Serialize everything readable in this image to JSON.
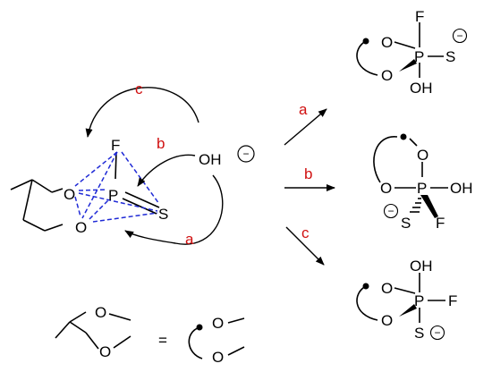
{
  "diagram": {
    "reactant": {
      "atoms": {
        "F": "F",
        "P": "P",
        "O1": "O",
        "O2": "O",
        "S": "S",
        "OH": "OH"
      },
      "pathway_labels": {
        "a": "a",
        "b": "b",
        "c": "c"
      }
    },
    "reaction_arrows": {
      "a": "a",
      "b": "b",
      "c": "c"
    },
    "products": {
      "a": {
        "F": "F",
        "P": "P",
        "O1": "O",
        "O2": "O",
        "S": "S",
        "OH": "OH"
      },
      "b": {
        "O1": "O",
        "O2": "O",
        "P": "P",
        "OH": "OH",
        "S": "S",
        "F": "F"
      },
      "c": {
        "OH": "OH",
        "P": "P",
        "O1": "O",
        "O2": "O",
        "F": "F",
        "S": "S"
      }
    },
    "legend": {
      "O1": "O",
      "O2": "O",
      "equals": "=",
      "O3": "O",
      "O4": "O"
    },
    "charge_symbol": "−",
    "colors": {
      "label": "#d01010",
      "dashed_bond": "#1f2ad6",
      "ink": "#000000"
    }
  }
}
